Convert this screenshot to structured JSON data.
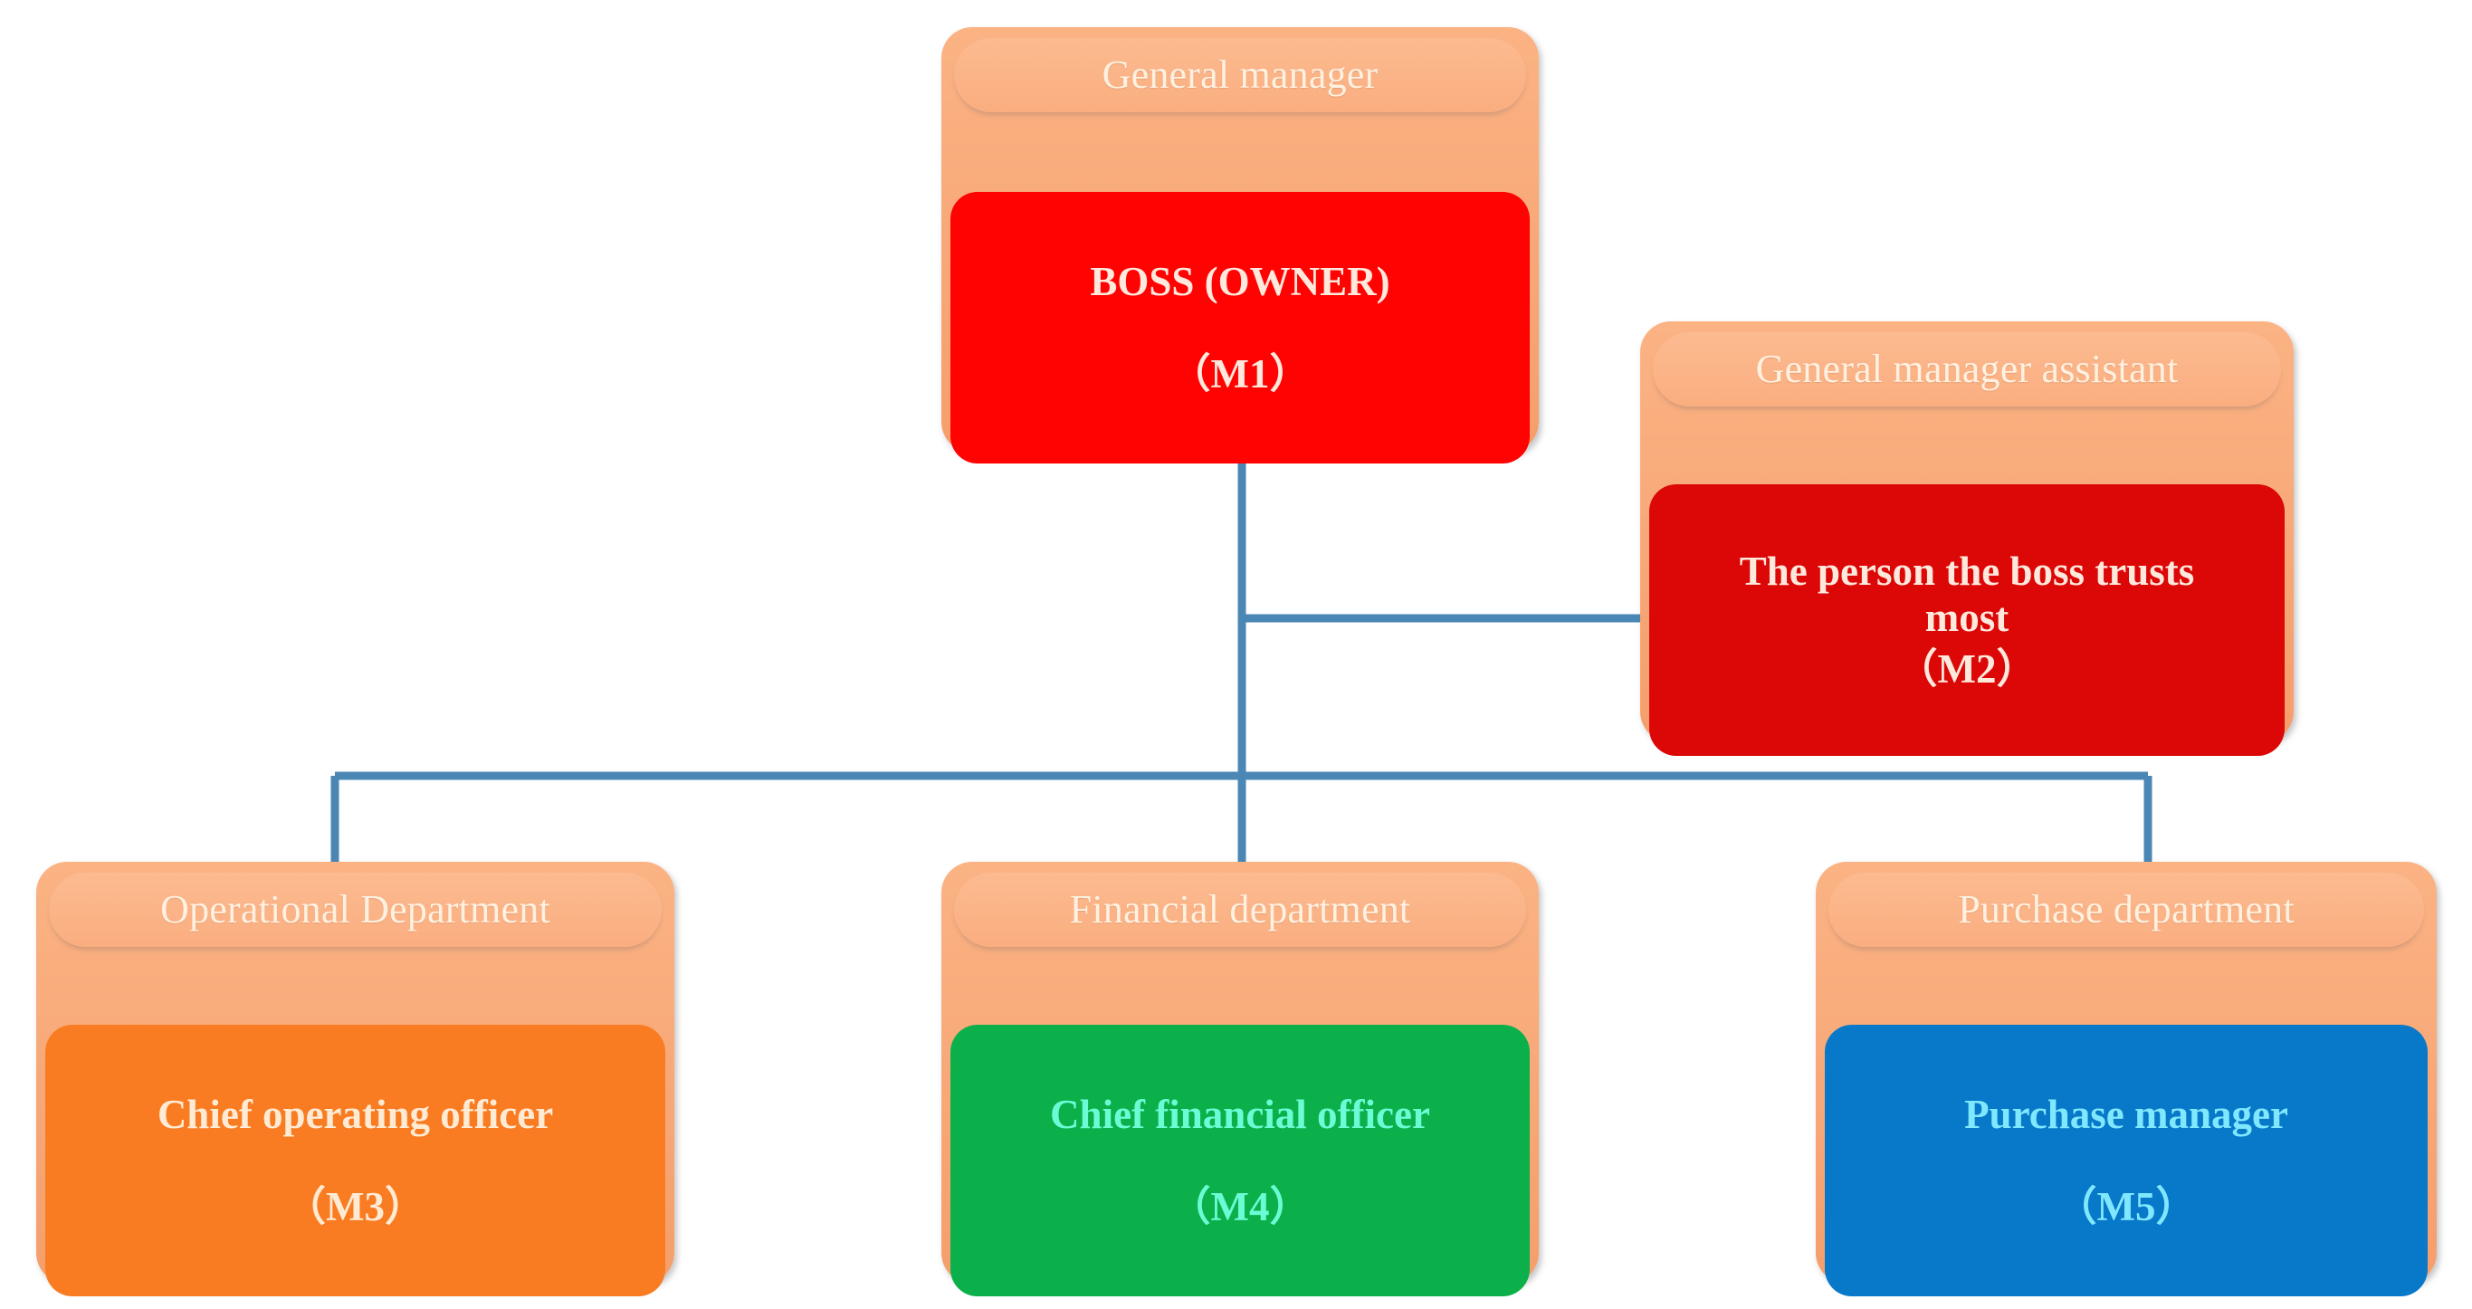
{
  "diagram": {
    "type": "organizational-chart",
    "background_color": "#FFFFFF",
    "connector_color": "#4A87B5",
    "card_color": "#F8A979",
    "header_text_color": "#FFF1E0"
  },
  "nodes": [
    {
      "id": "M1",
      "header": "General manager",
      "title": "BOSS (OWNER)",
      "code": "（M1）",
      "fill_color": "#FF0202",
      "text_color": "#FFE8DC"
    },
    {
      "id": "M2",
      "header": "General manager assistant",
      "title": "The person the boss trusts\nmost",
      "code": "（M2）",
      "fill_color": "#DC0707",
      "text_color": "#FFE8DC"
    },
    {
      "id": "M3",
      "header": "Operational Department",
      "title": "Chief operating officer",
      "code": "（M3）",
      "fill_color": "#F97C22",
      "text_color": "#FFEBD4"
    },
    {
      "id": "M4",
      "header": "Financial department",
      "title": "Chief financial officer",
      "code": "（M4）",
      "fill_color": "#0BB04A",
      "text_color": "#6CFCD5"
    },
    {
      "id": "M5",
      "header": "Purchase department",
      "title": "Purchase manager",
      "code": "（M5）",
      "fill_color": "#0878C8",
      "text_color": "#7FE8FF"
    }
  ],
  "connections": [
    {
      "from": "M1",
      "to": "M2",
      "style": "elbow"
    },
    {
      "from": "M1",
      "to": "M3",
      "style": "elbow"
    },
    {
      "from": "M1",
      "to": "M4",
      "style": "straight"
    },
    {
      "from": "M1",
      "to": "M5",
      "style": "elbow"
    }
  ]
}
